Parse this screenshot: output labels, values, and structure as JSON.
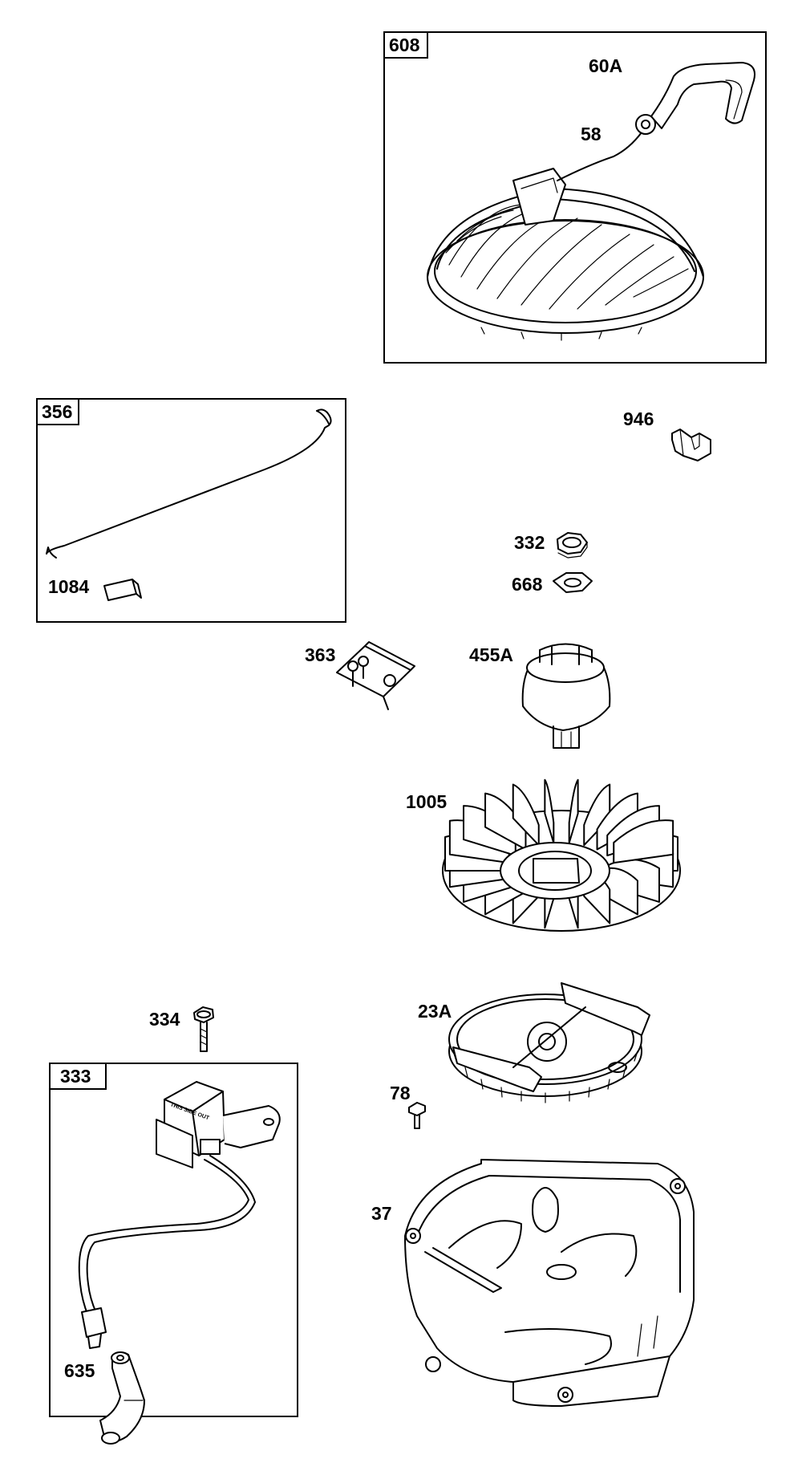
{
  "boxes": {
    "box_608": "608",
    "box_356": "356",
    "box_333": "333"
  },
  "parts": {
    "p60a": "60A",
    "p58": "58",
    "p946": "946",
    "p332": "332",
    "p668": "668",
    "p1084": "1084",
    "p363": "363",
    "p455a": "455A",
    "p1005": "1005",
    "p334": "334",
    "p23a": "23A",
    "p78": "78",
    "p37": "37",
    "p635": "635"
  },
  "engravings": {
    "coil_top": "THIS SIDE OUT"
  }
}
